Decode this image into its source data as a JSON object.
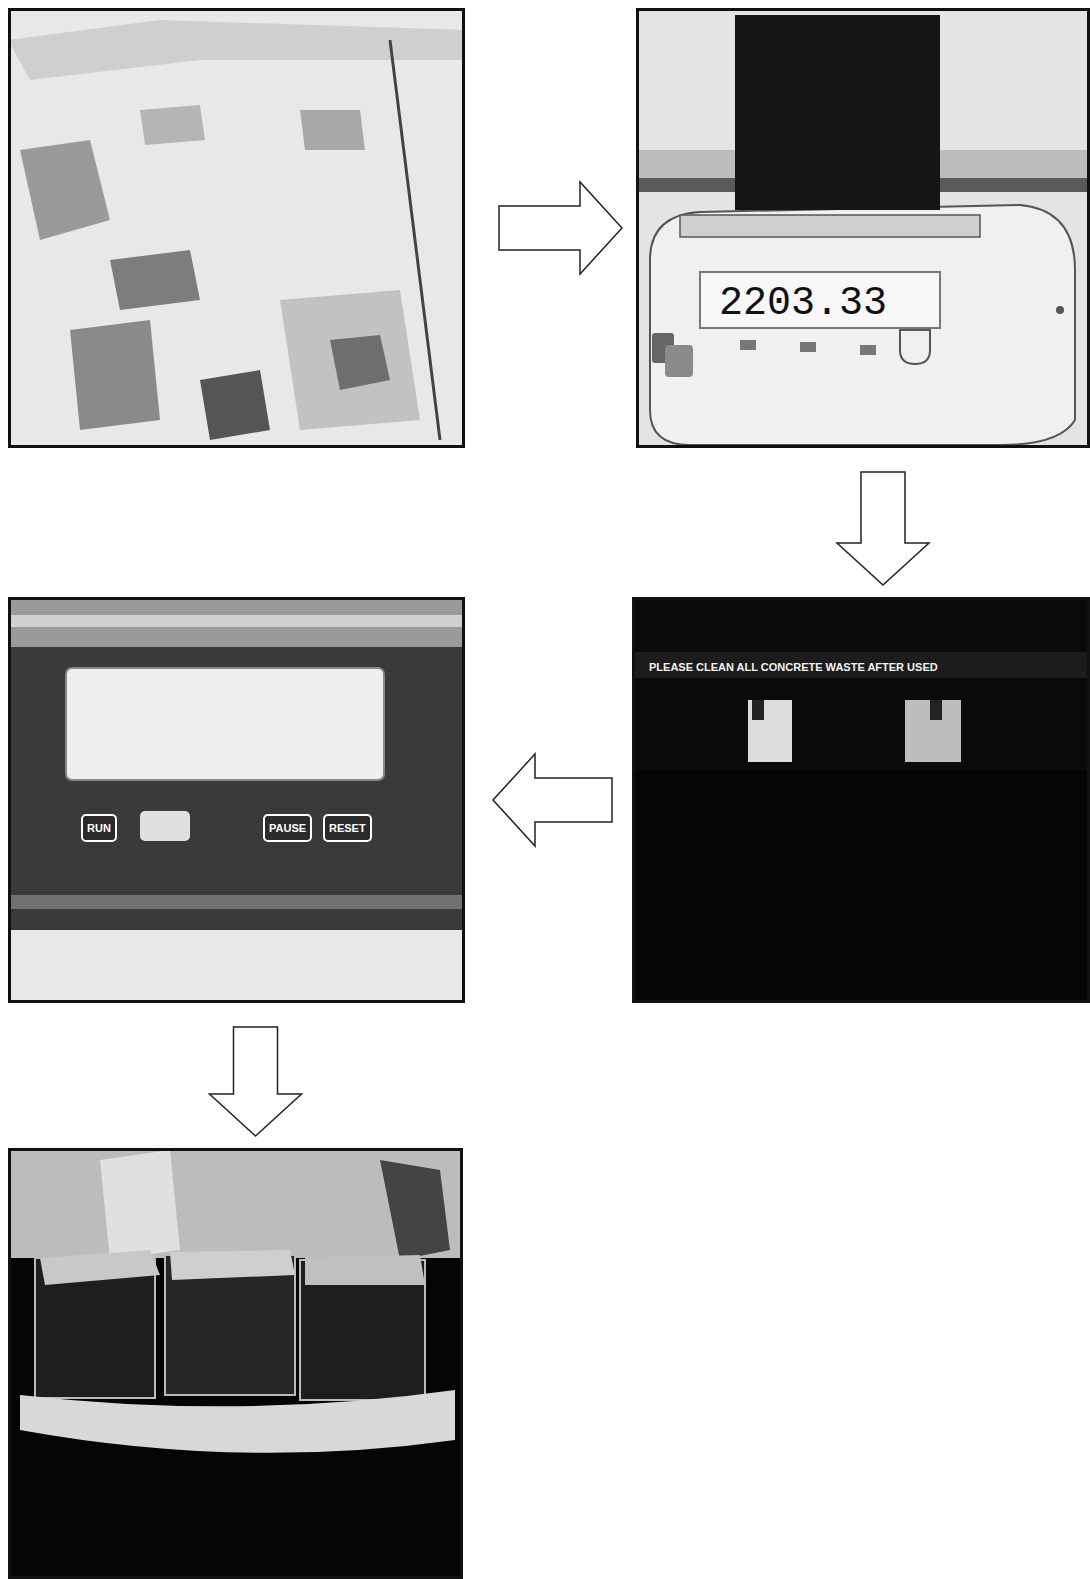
{
  "diagram": {
    "nodes": [
      {
        "text": []
      },
      {
        "text": [
          "2203.33"
        ]
      },
      {
        "text": [
          "PLEASE CLEAN ALL CONCRETE WASTE AFTER USED"
        ]
      },
      {
        "text": [
          "RUN",
          "PAUSE",
          "RESET"
        ]
      },
      {
        "text": []
      }
    ],
    "edges": [
      {
        "from": 0,
        "to": 1,
        "arrow": "to"
      },
      {
        "from": 1,
        "to": 2,
        "arrow": "to"
      },
      {
        "from": 2,
        "to": 3,
        "arrow": "to"
      },
      {
        "from": 3,
        "to": 4,
        "arrow": "to"
      }
    ]
  }
}
